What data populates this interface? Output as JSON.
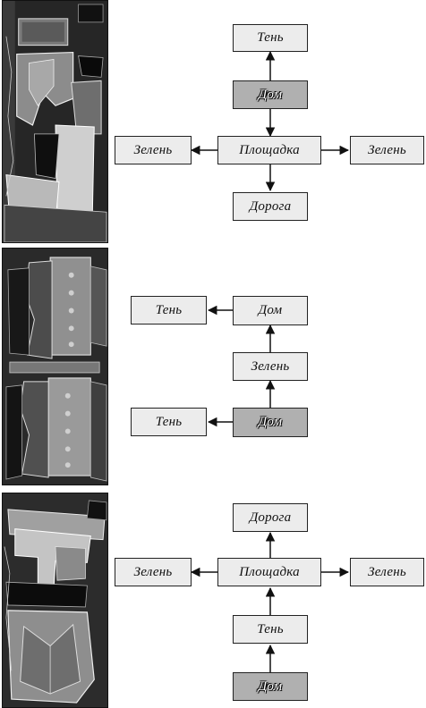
{
  "panels": [
    {
      "nodes": {
        "shadow": "Тень",
        "house": "Дом",
        "square": "Площадка",
        "green_left": "Зелень",
        "green_right": "Зелень",
        "road": "Дорога"
      }
    },
    {
      "nodes": {
        "shadow_top": "Тень",
        "house_top": "Дом",
        "green": "Зелень",
        "shadow_bottom": "Тень",
        "house_bottom": "Дом"
      }
    },
    {
      "nodes": {
        "road": "Дорога",
        "green_left": "Зелень",
        "square": "Площадка",
        "green_right": "Зелень",
        "shadow": "Тень",
        "house": "Дом"
      }
    }
  ],
  "colors": {
    "node_fill": "#ececec",
    "node_highlight": "#b0b0b0",
    "edge": "#111111"
  }
}
